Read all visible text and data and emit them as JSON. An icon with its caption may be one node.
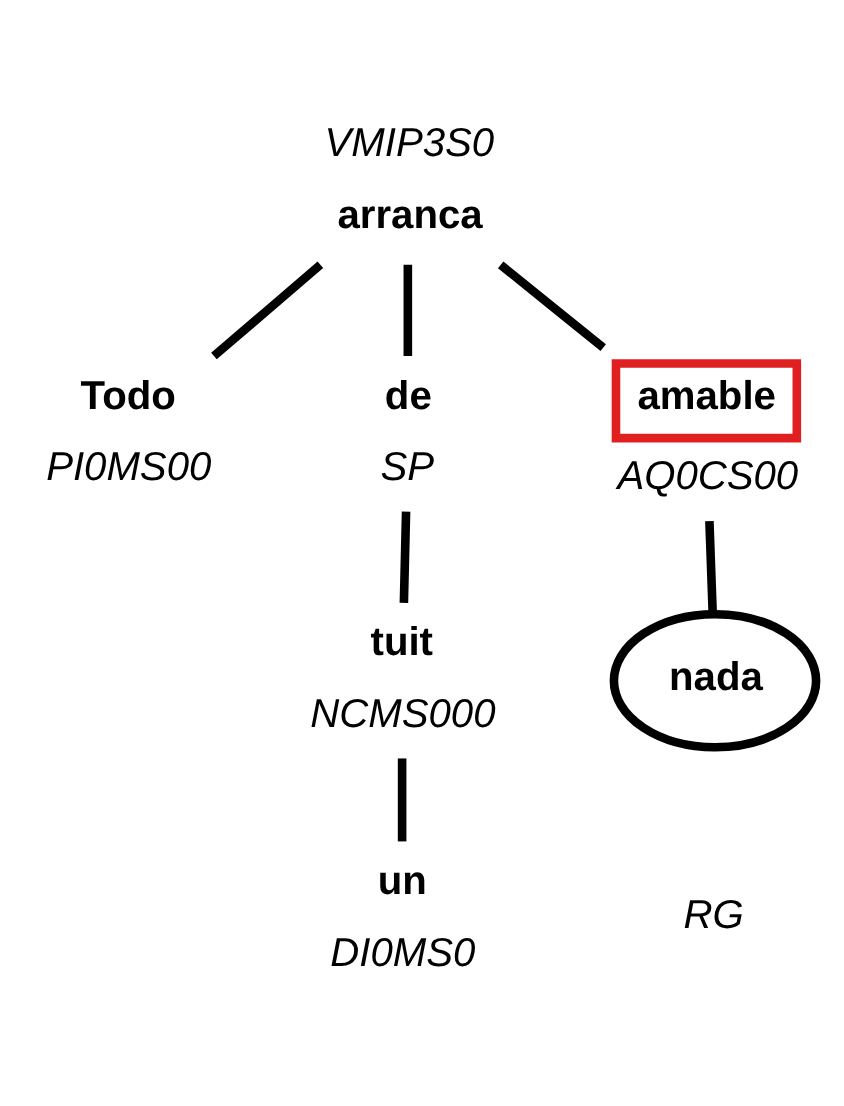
{
  "diagram": {
    "nodes": [
      {
        "text": [
          "arranca"
        ],
        "beside": [
          "VMIP3S0"
        ]
      },
      {
        "text": [
          "Todo"
        ],
        "beside": [
          "PI0MS00"
        ]
      },
      {
        "text": [
          "de"
        ],
        "beside": [
          "SP"
        ]
      },
      {
        "text": [
          "amable"
        ],
        "beside": [
          "AQ0CS00"
        ]
      },
      {
        "text": [
          "tuit"
        ],
        "beside": [
          "NCMS000"
        ]
      },
      {
        "text": [
          "nada"
        ],
        "beside": [
          "RG"
        ]
      },
      {
        "text": [
          "un"
        ],
        "beside": [
          "DI0MS0"
        ]
      }
    ],
    "edges": [
      {
        "from": 0,
        "to": 1,
        "arrow": "none"
      },
      {
        "from": 0,
        "to": 2,
        "arrow": "none"
      },
      {
        "from": 0,
        "to": 3,
        "arrow": "none"
      },
      {
        "from": 2,
        "to": 4,
        "arrow": "none"
      },
      {
        "from": 3,
        "to": 5,
        "arrow": "none"
      },
      {
        "from": 4,
        "to": 6,
        "arrow": "none"
      }
    ]
  }
}
